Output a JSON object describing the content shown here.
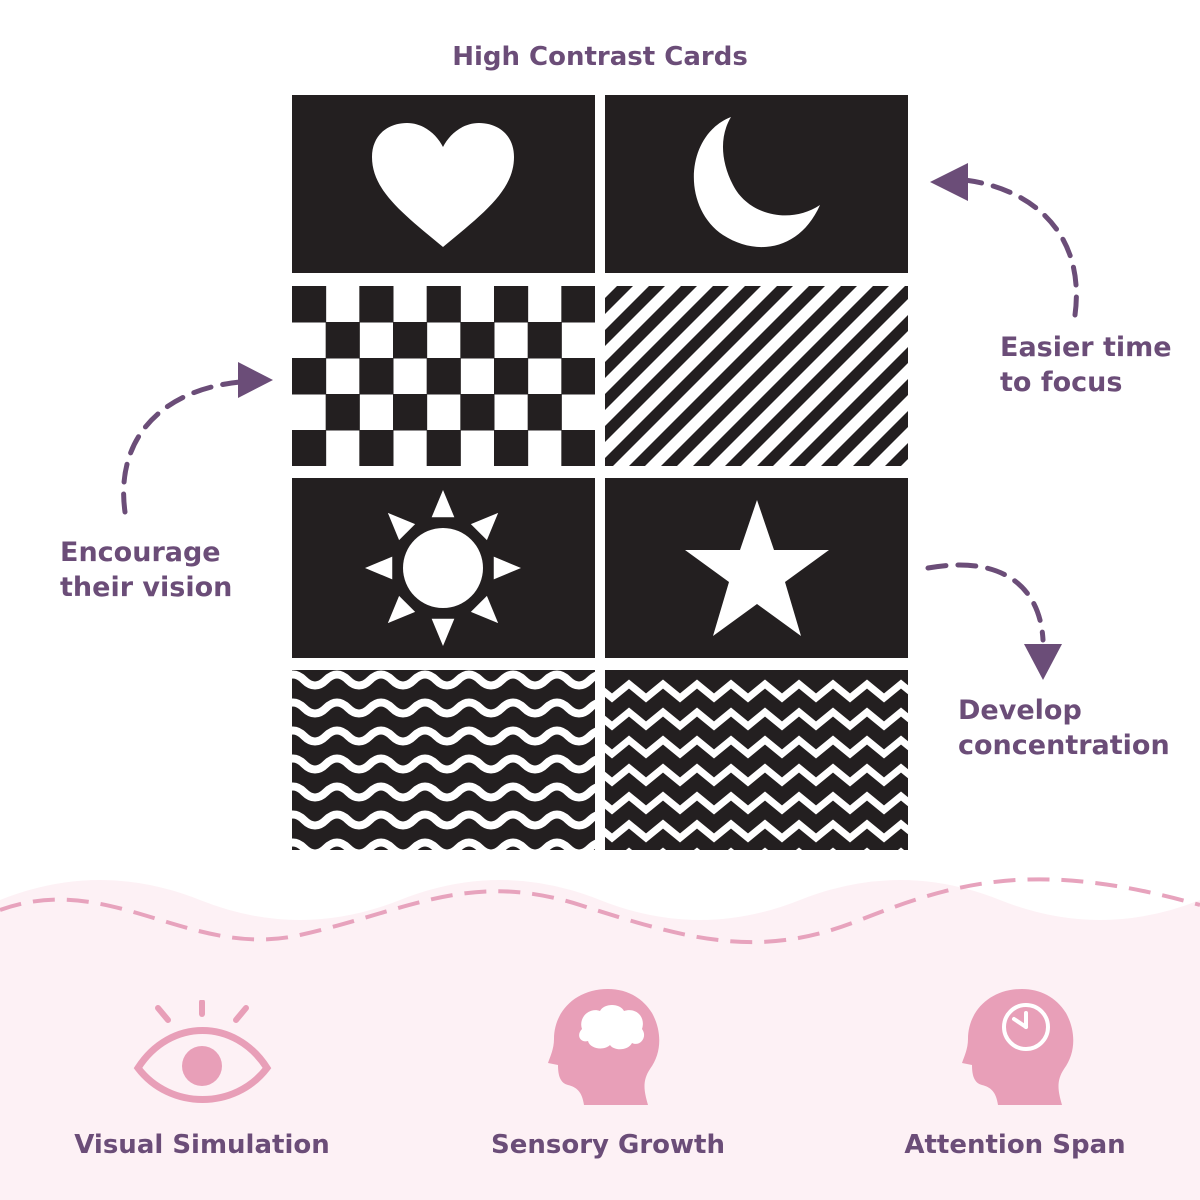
{
  "header": {
    "title": "High Contrast Cards"
  },
  "callouts": {
    "focus": {
      "line1": "Easier time",
      "line2": "to focus"
    },
    "vision": {
      "line1": "Encourage",
      "line2": "their vision"
    },
    "concentration": {
      "line1": "Develop",
      "line2": "concentration"
    }
  },
  "cards": [
    {
      "pattern": "heart-icon"
    },
    {
      "pattern": "crescent-moon-icon"
    },
    {
      "pattern": "checkerboard-pattern"
    },
    {
      "pattern": "diagonal-stripes-pattern"
    },
    {
      "pattern": "sun-icon"
    },
    {
      "pattern": "star-icon"
    },
    {
      "pattern": "wave-pattern"
    },
    {
      "pattern": "zigzag-pattern"
    }
  ],
  "features": [
    {
      "label": "Visual Simulation",
      "icon": "eye-icon"
    },
    {
      "label": "Sensory Growth",
      "icon": "brain-head-icon"
    },
    {
      "label": "Attention Span",
      "icon": "clock-head-icon"
    }
  ],
  "colors": {
    "accent": "#6b4d78",
    "card": "#231f20",
    "pink": "#e89fb8",
    "pink_bg": "#fdf1f5",
    "dash_pink": "#e7a3bd"
  }
}
